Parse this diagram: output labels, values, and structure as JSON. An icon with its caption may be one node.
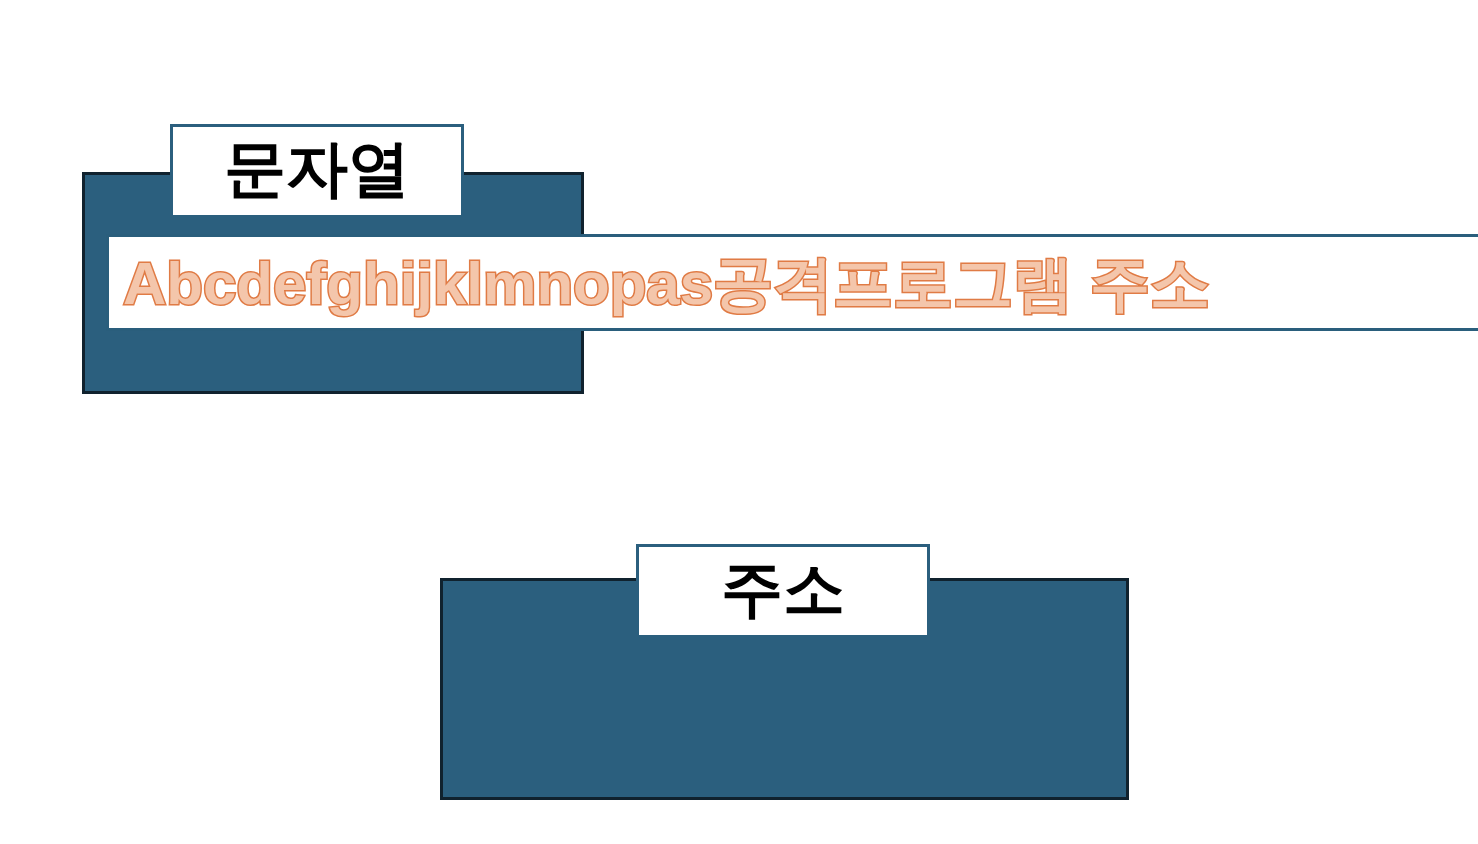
{
  "diagram": {
    "nodes": [
      {
        "text": [
          "문자열"
        ]
      },
      {
        "text": [
          "Abcdefghijklmnopas공격프로그램 주소"
        ]
      },
      {
        "text": [
          "주소"
        ]
      }
    ]
  }
}
